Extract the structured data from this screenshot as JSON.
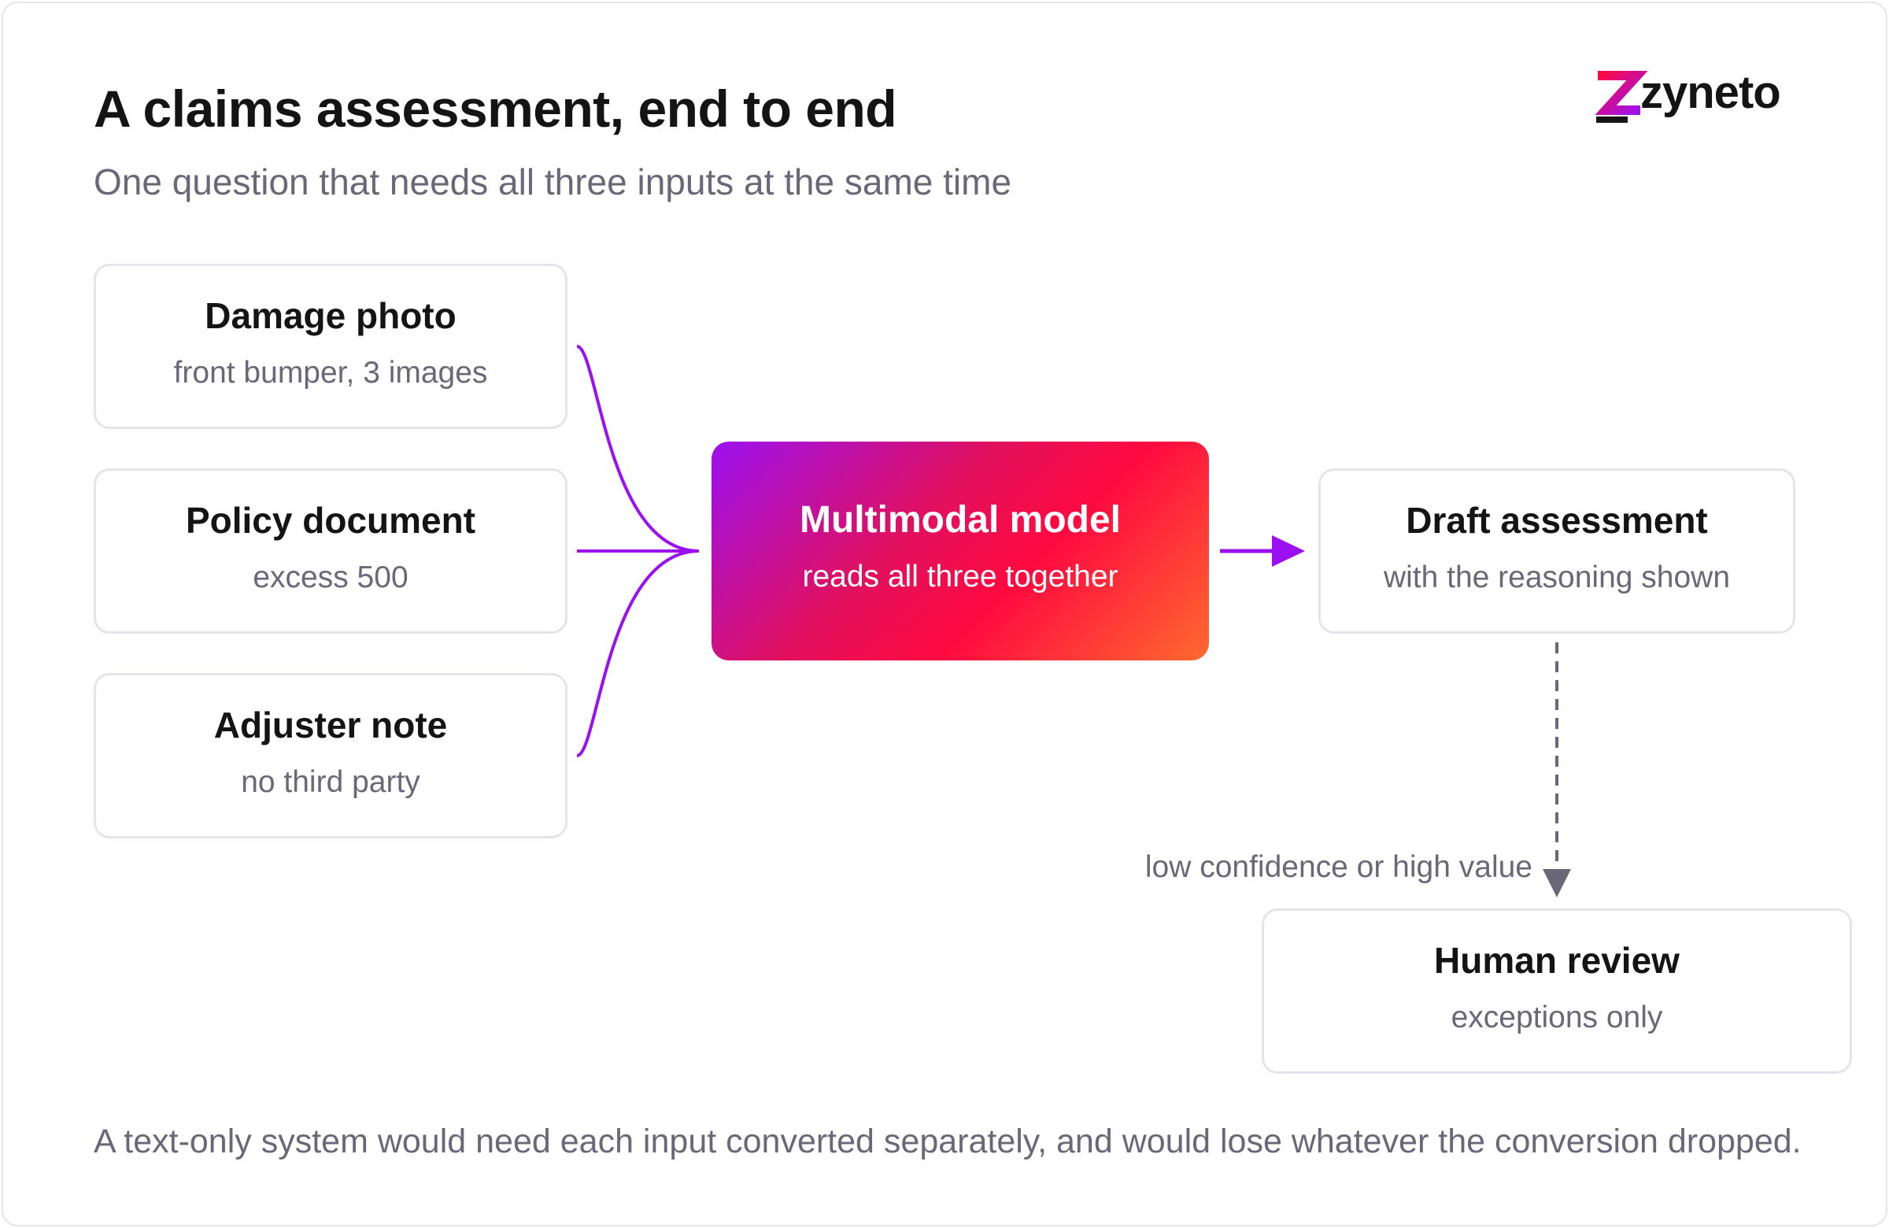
{
  "header": {
    "title": "A claims assessment, end to end",
    "subtitle": "One question that needs all three inputs at the same time"
  },
  "logo": {
    "text": "zyneto"
  },
  "inputs": [
    {
      "title": "Damage photo",
      "detail": "front bumper, 3 images"
    },
    {
      "title": "Policy document",
      "detail": "excess 500"
    },
    {
      "title": "Adjuster note",
      "detail": "no third party"
    }
  ],
  "model": {
    "title": "Multimodal model",
    "detail": "reads all three together"
  },
  "output": {
    "title": "Draft assessment",
    "detail": "with the reasoning shown"
  },
  "escalation": {
    "condition_label": "low confidence or high value",
    "title": "Human review",
    "detail": "exceptions only"
  },
  "footer": {
    "note": "A text-only system would need each input converted separately, and would lose whatever the conversion dropped."
  },
  "colors": {
    "accent_purple": "#9b10f0",
    "accent_red": "#ff0a40",
    "accent_orange": "#ff6a2e",
    "muted_text": "#6a6878",
    "border": "#e4e4ec"
  }
}
